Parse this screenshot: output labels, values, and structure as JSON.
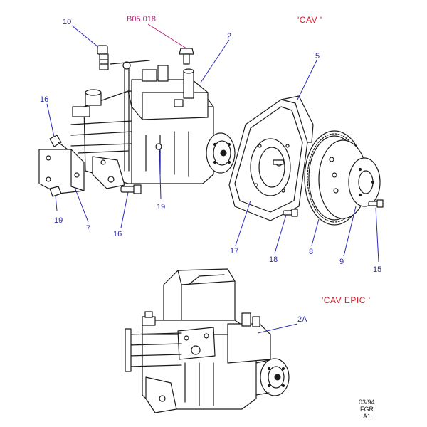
{
  "titles": {
    "cav": "'CAV '",
    "cav_epic": "'CAV EPIC '",
    "part_ref": "B05.018"
  },
  "callouts": [
    "10",
    "2",
    "5",
    "16",
    "19",
    "7",
    "16",
    "19",
    "17",
    "18",
    "8",
    "9",
    "15",
    "2A"
  ],
  "footer": {
    "line1": "03/94",
    "line2": "FGR",
    "line3": "A1"
  },
  "colors": {
    "callout": "#2a2ab8",
    "title": "#d0202a",
    "part_ref": "#c0207a"
  }
}
